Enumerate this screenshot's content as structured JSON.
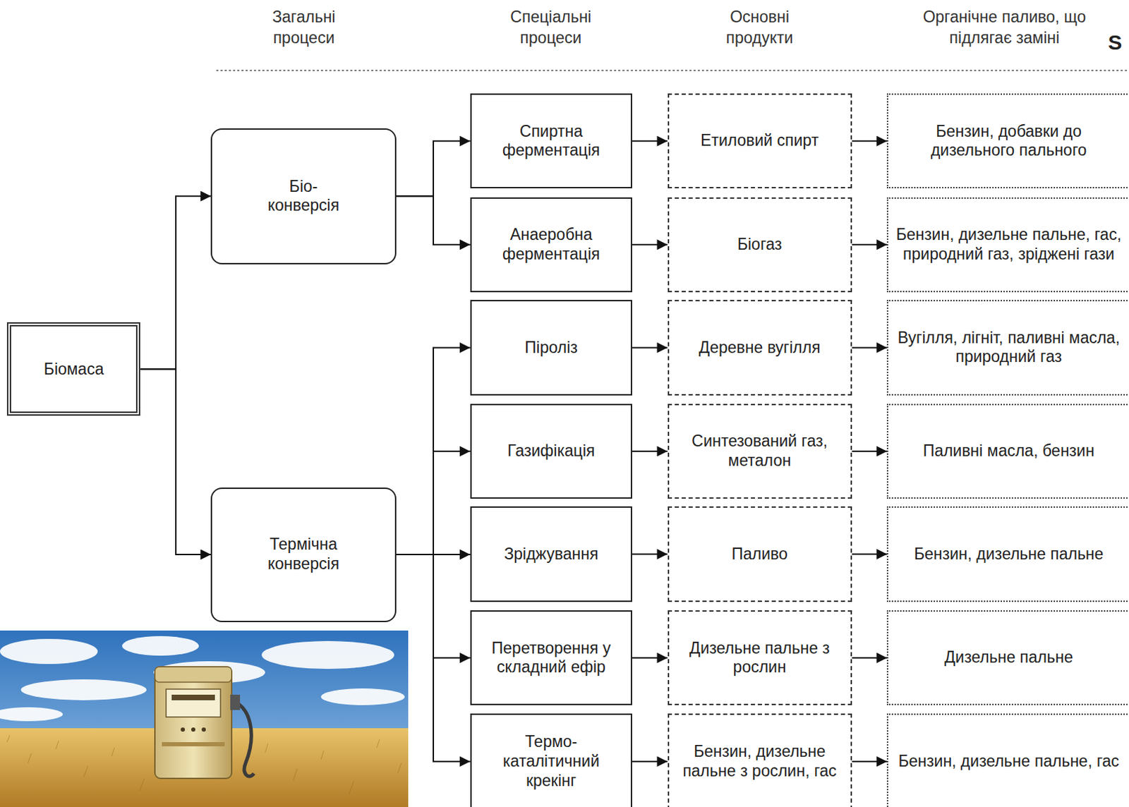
{
  "diagram": {
    "nodes": [
      {
        "text": [
          "Біомаса"
        ]
      },
      {
        "text": [
          "Біо- конверсія"
        ]
      },
      {
        "text": [
          "Термічна конверсія"
        ]
      },
      {
        "text": [
          "Спиртна ферментація"
        ]
      },
      {
        "text": [
          "Етиловий спирт"
        ]
      },
      {
        "text": [
          "Бензин, добавки до дизельного пального"
        ]
      },
      {
        "text": [
          "Анаеробна ферментація"
        ]
      },
      {
        "text": [
          "Біогаз"
        ]
      },
      {
        "text": [
          "Бензин, дизельне пальне, гас, природний газ, зріджені гази"
        ]
      },
      {
        "text": [
          "Піроліз"
        ]
      },
      {
        "text": [
          "Деревне вугілля"
        ]
      },
      {
        "text": [
          "Вугілля, лігніт, паливні масла, природний газ"
        ]
      },
      {
        "text": [
          "Газифікація"
        ]
      },
      {
        "text": [
          "Синтезований газ, металон"
        ]
      },
      {
        "text": [
          "Паливні масла, бензин"
        ]
      },
      {
        "text": [
          "Зріджування"
        ]
      },
      {
        "text": [
          "Паливо"
        ]
      },
      {
        "text": [
          "Бензин, дизельне пальне"
        ]
      },
      {
        "text": [
          "Перетворення у складний ефір"
        ]
      },
      {
        "text": [
          "Дизельне пальне з рослин"
        ]
      },
      {
        "text": [
          "Дизельне пальне"
        ]
      },
      {
        "text": [
          "Термо- каталітичний крекінг"
        ]
      },
      {
        "text": [
          "Бензин, дизельне пальне з рослин, гас"
        ]
      },
      {
        "text": [
          "Бензин, дизельне пальне, гас"
        ]
      }
    ],
    "edges": [
      {
        "from": 0,
        "to": 1,
        "arrow": "to"
      },
      {
        "from": 0,
        "to": 2,
        "arrow": "to"
      },
      {
        "from": 1,
        "to": 3,
        "arrow": "to"
      },
      {
        "from": 1,
        "to": 6,
        "arrow": "to"
      },
      {
        "from": 2,
        "to": 9,
        "arrow": "to"
      },
      {
        "from": 2,
        "to": 12,
        "arrow": "to"
      },
      {
        "from": 2,
        "to": 15,
        "arrow": "to"
      },
      {
        "from": 2,
        "to": 18,
        "arrow": "to"
      },
      {
        "from": 2,
        "to": 21,
        "arrow": "to"
      },
      {
        "from": 3,
        "to": 4,
        "arrow": "to"
      },
      {
        "from": 4,
        "to": 5,
        "arrow": "to"
      },
      {
        "from": 6,
        "to": 7,
        "arrow": "to"
      },
      {
        "from": 7,
        "to": 8,
        "arrow": "to"
      },
      {
        "from": 9,
        "to": 10,
        "arrow": "to"
      },
      {
        "from": 10,
        "to": 11,
        "arrow": "to"
      },
      {
        "from": 12,
        "to": 13,
        "arrow": "to"
      },
      {
        "from": 13,
        "to": 14,
        "arrow": "to"
      },
      {
        "from": 15,
        "to": 16,
        "arrow": "to"
      },
      {
        "from": 16,
        "to": 17,
        "arrow": "to"
      },
      {
        "from": 18,
        "to": 19,
        "arrow": "to"
      },
      {
        "from": 19,
        "to": 20,
        "arrow": "to"
      },
      {
        "from": 21,
        "to": 22,
        "arrow": "to"
      },
      {
        "from": 22,
        "to": 23,
        "arrow": "to"
      }
    ],
    "labels": [
      "Загальні процеси",
      "Спеціальні процеси",
      "Основні продукти",
      "Органічне паливо, що підлягає заміні",
      "S"
    ]
  }
}
